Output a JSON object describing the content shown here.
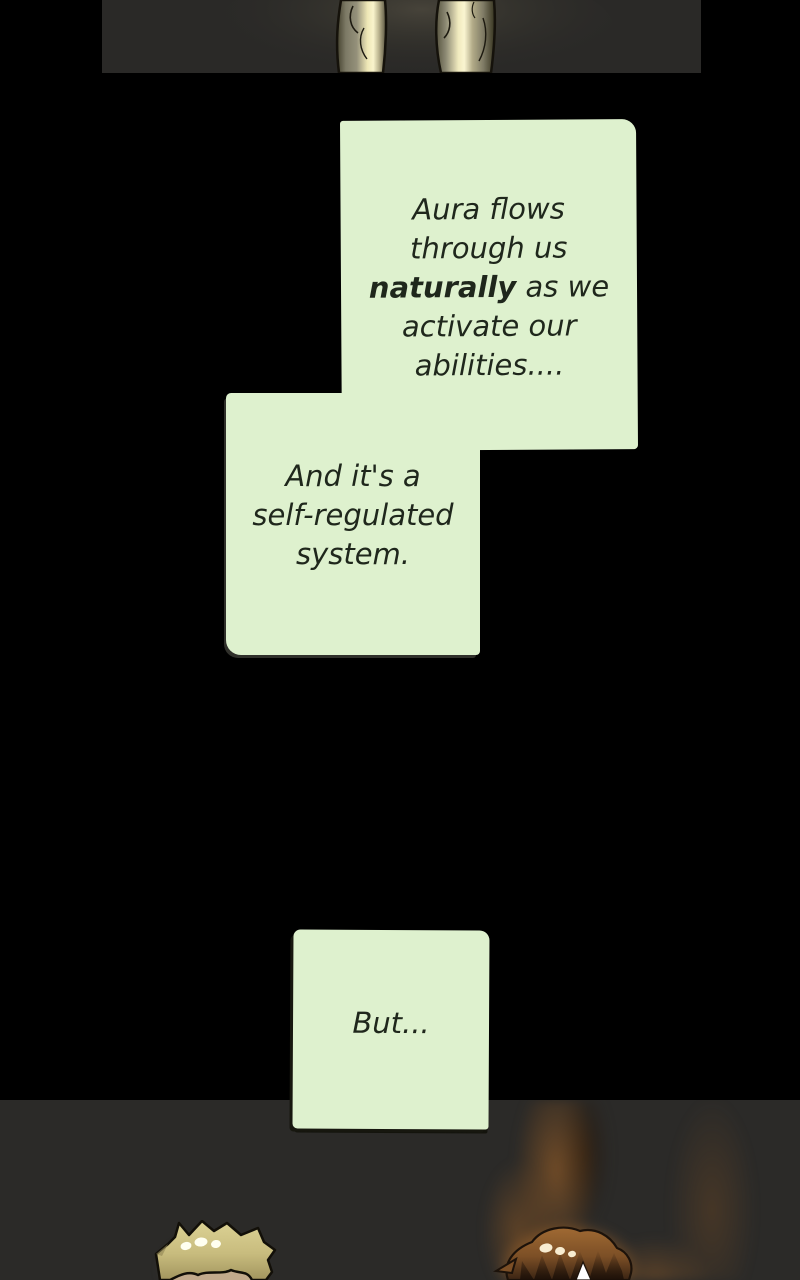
{
  "scene": {
    "description": "webtoon comic panel",
    "top_panel": "standing legs with glowing highlights",
    "bottom_panel": "two character heads, one with orange aura"
  },
  "bubbles": {
    "bubble1": {
      "line1": "Aura flows",
      "line2": "through us",
      "line3_bold": "naturally",
      "line3_rest": " as we",
      "line4": "activate our",
      "line5": "abilities...."
    },
    "bubble2": {
      "line1": "And it's a",
      "line2": "self-regulated",
      "line3": "system."
    },
    "bubble3": {
      "text": "But..."
    }
  },
  "colors": {
    "background": "#000000",
    "bubble_bg": "#def1ce",
    "bubble_text": "#1f271c",
    "panel_bg": "#2b2a28",
    "aura_orange": "#bf752c",
    "blonde_hair": "#cfc483",
    "brown_hair": "#8f5c2a",
    "pants_highlight": "#f7f2c6"
  }
}
